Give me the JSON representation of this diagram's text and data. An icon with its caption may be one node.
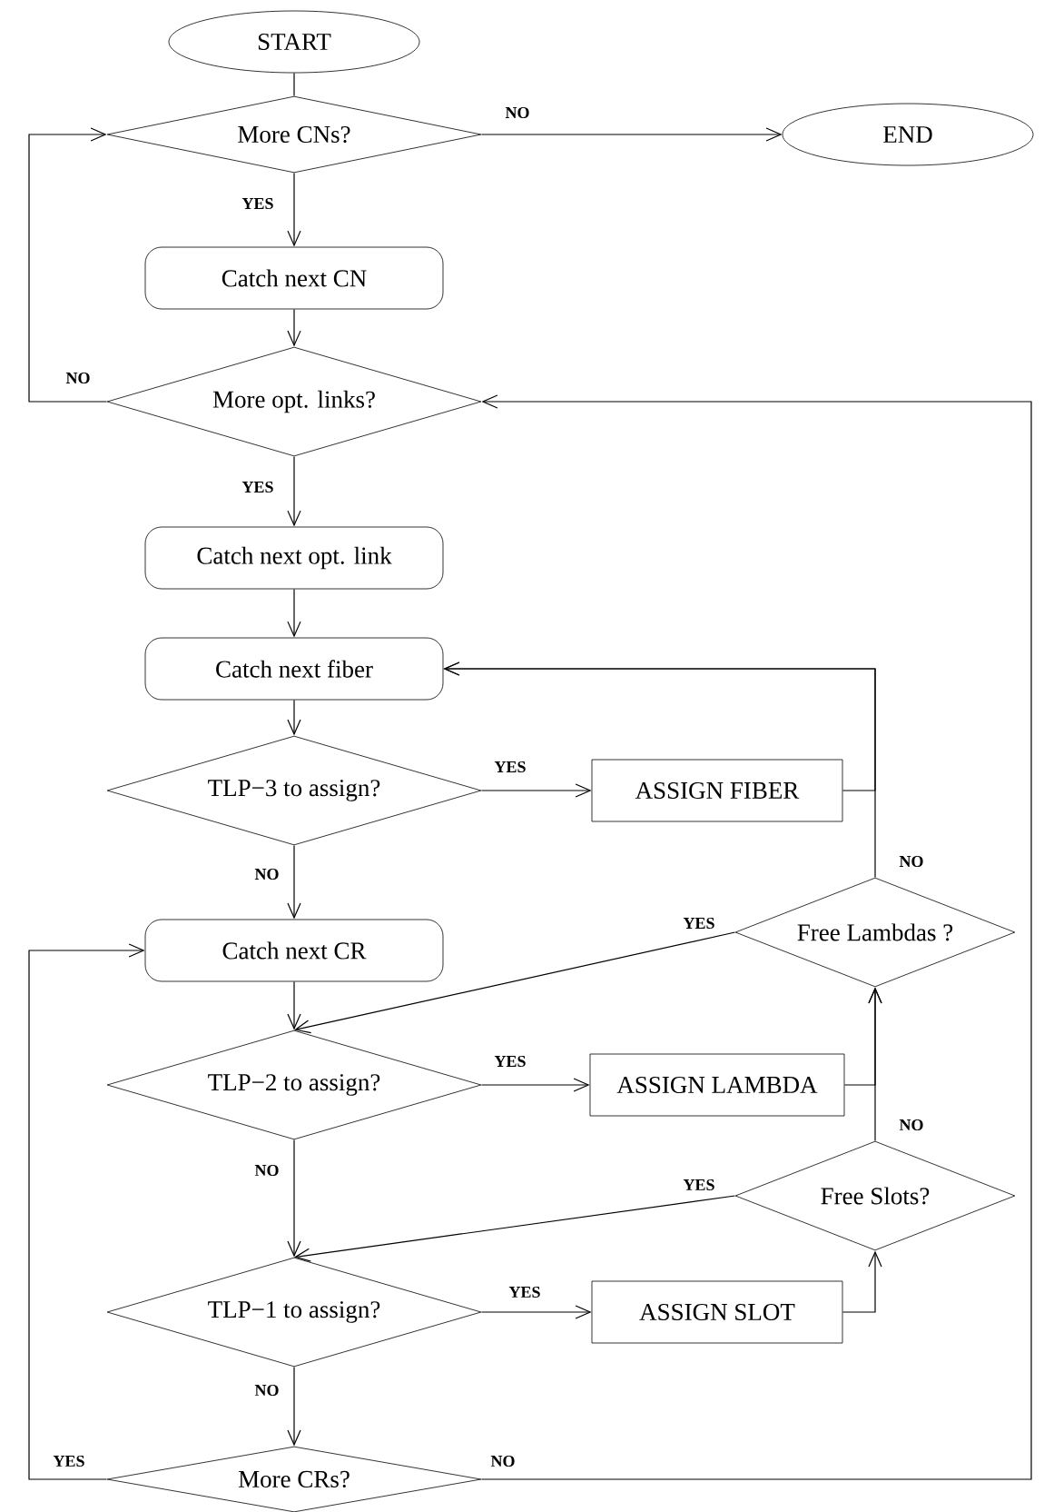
{
  "diagram": {
    "nodes": [
      {
        "text": [
          "START"
        ]
      },
      {
        "text": [
          "More CNs?"
        ]
      },
      {
        "text": [
          "END"
        ]
      },
      {
        "text": [
          "Catch next CN"
        ]
      },
      {
        "text": [
          "More opt. links?"
        ]
      },
      {
        "text": [
          "Catch next opt. link"
        ]
      },
      {
        "text": [
          "Catch next fiber"
        ]
      },
      {
        "text": [
          "TLP−3 to assign?"
        ]
      },
      {
        "text": [
          "ASSIGN FIBER"
        ]
      },
      {
        "text": [
          "Catch next CR"
        ]
      },
      {
        "text": [
          "Free Lambdas ?"
        ]
      },
      {
        "text": [
          "TLP−2 to assign?"
        ]
      },
      {
        "text": [
          "ASSIGN LAMBDA"
        ]
      },
      {
        "text": [
          "Free Slots?"
        ]
      },
      {
        "text": [
          "TLP−1 to assign?"
        ]
      },
      {
        "text": [
          "ASSIGN SLOT"
        ]
      },
      {
        "text": [
          "More CRs?"
        ]
      }
    ],
    "edges": [
      {
        "from": 0,
        "to": 1,
        "arrow": "none"
      },
      {
        "from": 1,
        "to": 2,
        "arrow": "to",
        "label": "NO"
      },
      {
        "from": 1,
        "to": 3,
        "arrow": "to",
        "label": "YES"
      },
      {
        "from": 3,
        "to": 4,
        "arrow": "to"
      },
      {
        "from": 4,
        "to": 1,
        "arrow": "to",
        "label": "NO"
      },
      {
        "from": 4,
        "to": 5,
        "arrow": "to",
        "label": "YES"
      },
      {
        "from": 5,
        "to": 6,
        "arrow": "to"
      },
      {
        "from": 6,
        "to": 7,
        "arrow": "to"
      },
      {
        "from": 7,
        "to": 8,
        "arrow": "to",
        "label": "YES"
      },
      {
        "from": 8,
        "to": 6,
        "arrow": "to"
      },
      {
        "from": 10,
        "to": 6,
        "arrow": "to",
        "label": "NO"
      },
      {
        "from": 7,
        "to": 9,
        "arrow": "to",
        "label": "NO"
      },
      {
        "from": 10,
        "to": 11,
        "arrow": "to",
        "label": "YES"
      },
      {
        "from": 9,
        "to": 11,
        "arrow": "to"
      },
      {
        "from": 11,
        "to": 12,
        "arrow": "to",
        "label": "YES"
      },
      {
        "from": 12,
        "to": 10,
        "arrow": "to"
      },
      {
        "from": 13,
        "to": 10,
        "arrow": "to",
        "label": "NO"
      },
      {
        "from": 11,
        "to": 14,
        "arrow": "to",
        "label": "NO"
      },
      {
        "from": 13,
        "to": 14,
        "arrow": "to",
        "label": "YES"
      },
      {
        "from": 14,
        "to": 15,
        "arrow": "to",
        "label": "YES"
      },
      {
        "from": 15,
        "to": 13,
        "arrow": "to"
      },
      {
        "from": 14,
        "to": 16,
        "arrow": "to",
        "label": "NO"
      },
      {
        "from": 16,
        "to": 9,
        "arrow": "to",
        "label": "YES"
      },
      {
        "from": 16,
        "to": 4,
        "arrow": "to",
        "label": "NO"
      }
    ]
  }
}
